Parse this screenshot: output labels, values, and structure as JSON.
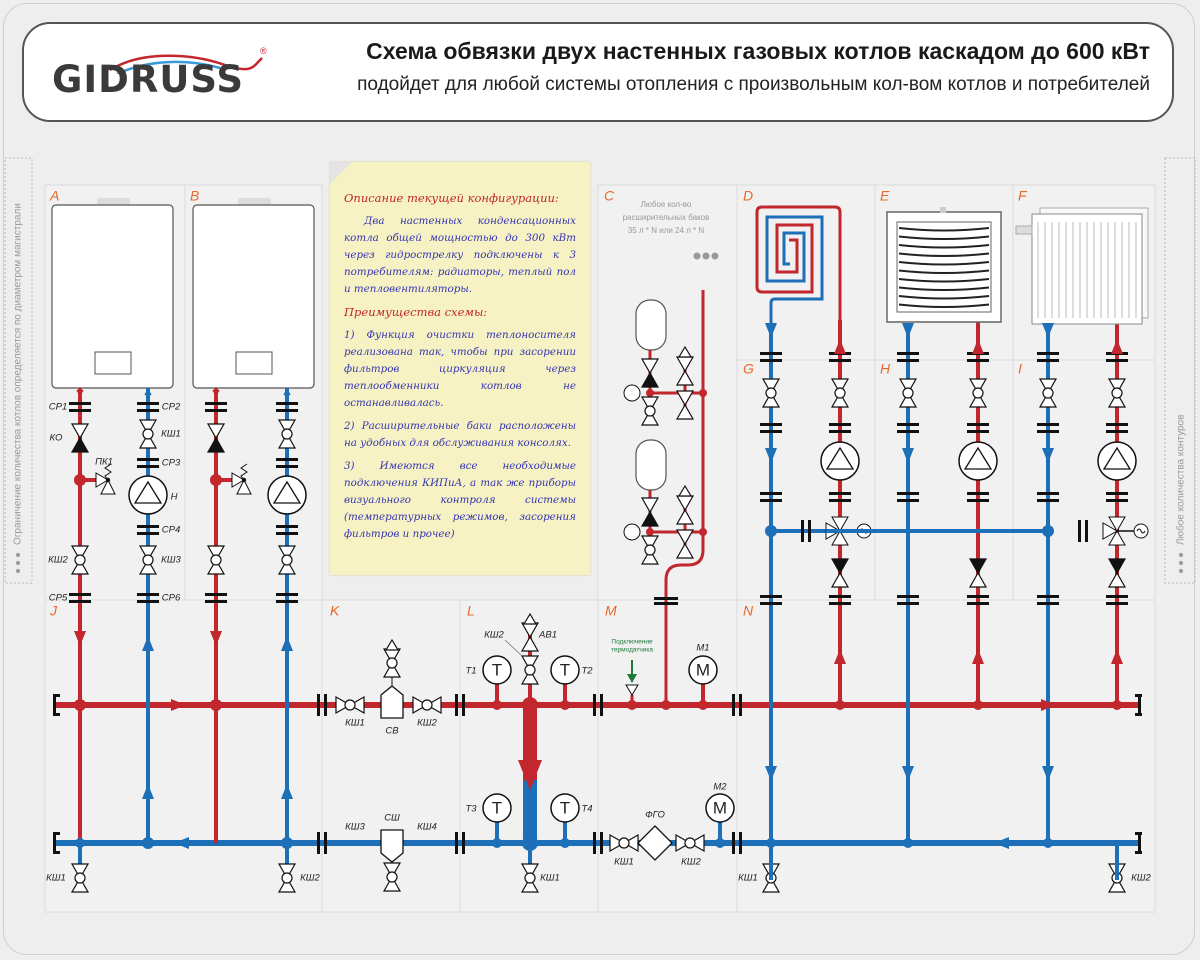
{
  "header": {
    "logo": "GIDRUSS",
    "logo_mark": "®",
    "title": "Схема обвязки двух настенных газовых котлов каскадом до 600 кВт",
    "subtitle": "подойдет для любой системы отопления с произвольным кол-вом котлов и потребителей"
  },
  "side_left": "Ограничение количества котлов определяется по диаметром магистрали",
  "side_right": "Любое количества контуров",
  "sections": [
    "A",
    "B",
    "C",
    "D",
    "E",
    "F",
    "G",
    "H",
    "I",
    "J",
    "K",
    "L",
    "M",
    "N"
  ],
  "note": {
    "heading1": "Описание текущей конфигурации:",
    "text1": "Два настенных конденсационных котла общей мощностью до 300 кВт через гидрострелку подключены к 3 потребителям: радиаторы, теплый пол и тепловентиляторы.",
    "heading2": "Преимущества схемы:",
    "items": [
      "1) Функция очистки теплоносителя реализована так, чтобы при засорении фильтров циркуляция через теплообменники котлов не останавливалась.",
      "2) Расширительные баки расположены на удобных для обслуживания консолях.",
      "3) Имеются все необходимые подключения КИПиА, а так же приборы визуального контроля системы (температурных режимов, засорения фильтров и прочее)"
    ]
  },
  "tanks_note": [
    "Любое кол-во",
    "расширительных баков",
    "35 л * N или 24 л * N"
  ],
  "sensor_note": [
    "Подключение",
    "термодатчика"
  ],
  "boiler_labels": {
    "cp1": "СР1",
    "ko": "КО",
    "pk1": "ПК1",
    "ksh2": "КШ2",
    "cp5": "СР5",
    "cp2": "СР2",
    "ksh1": "КШ1",
    "cp3": "СР3",
    "pump": "Н",
    "cp4": "СР4",
    "ksh3": "КШ3",
    "cp6": "СР6"
  },
  "J": {
    "drain_left": "КШ1",
    "drain_right": "КШ2"
  },
  "K": {
    "ksh1": "КШ1",
    "sv": "СВ",
    "ksh2": "КШ2",
    "ksh3": "КШ3",
    "sh": "СШ",
    "ksh4": "КШ4"
  },
  "L": {
    "ksh2": "КШ2",
    "av1": "АВ1",
    "t1": "Т1",
    "t2": "Т2",
    "t3": "Т3",
    "t4": "Т4",
    "ksh1": "КШ1"
  },
  "M": {
    "m1": "М1",
    "m2": "М2",
    "fgo": "ФГО",
    "ksh1": "КШ1",
    "ksh2": "КШ2"
  },
  "N": {
    "ksh1": "КШ1",
    "ksh2": "КШ2"
  },
  "gauge_letters": {
    "thermometer": "T",
    "manometer": "M"
  },
  "colors": {
    "hot": "#c1272d",
    "cold": "#1d6fb8",
    "section_letter": "#e8692a",
    "note_bg": "#f7f2c4",
    "note_text": "#3434b3",
    "note_heading": "#c0262d",
    "sensor": "#1f7a3a"
  }
}
